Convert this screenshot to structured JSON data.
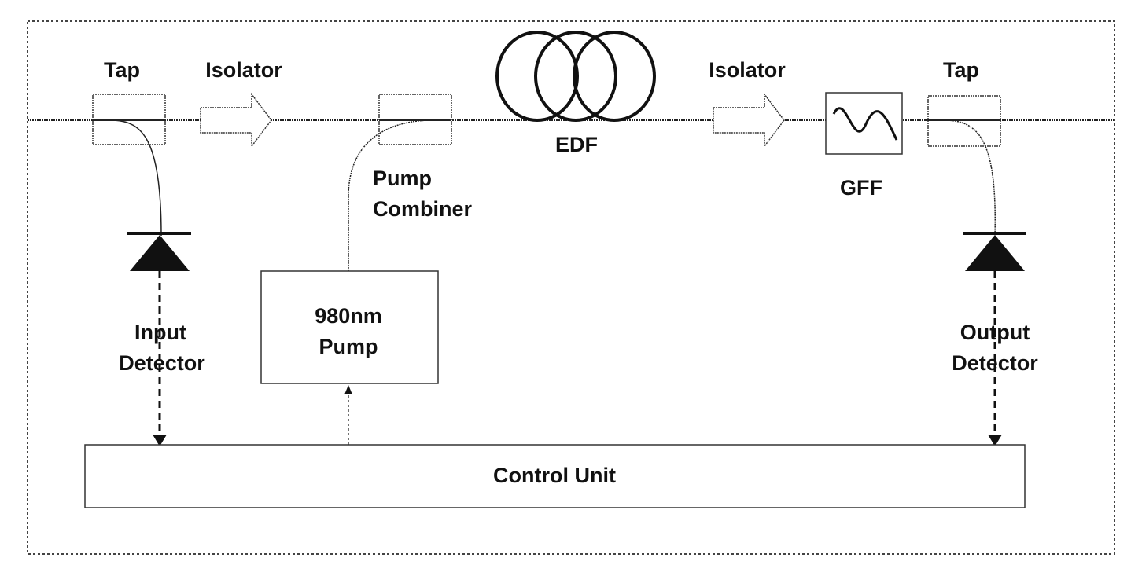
{
  "labels": {
    "tap_left": "Tap",
    "isolator_left": "Isolator",
    "edf": "EDF",
    "isolator_right": "Isolator",
    "tap_right": "Tap",
    "pump_combiner_line1": "Pump",
    "pump_combiner_line2": "Combiner",
    "gff": "GFF",
    "input_detector_line1": "Input",
    "input_detector_line2": "Detector",
    "pump_line1": "980nm",
    "pump_line2": "Pump",
    "output_detector_line1": "Output",
    "output_detector_line2": "Detector",
    "control_unit": "Control Unit"
  },
  "colors": {
    "line": "#111111",
    "box_border": "#333333",
    "background": "#ffffff"
  }
}
